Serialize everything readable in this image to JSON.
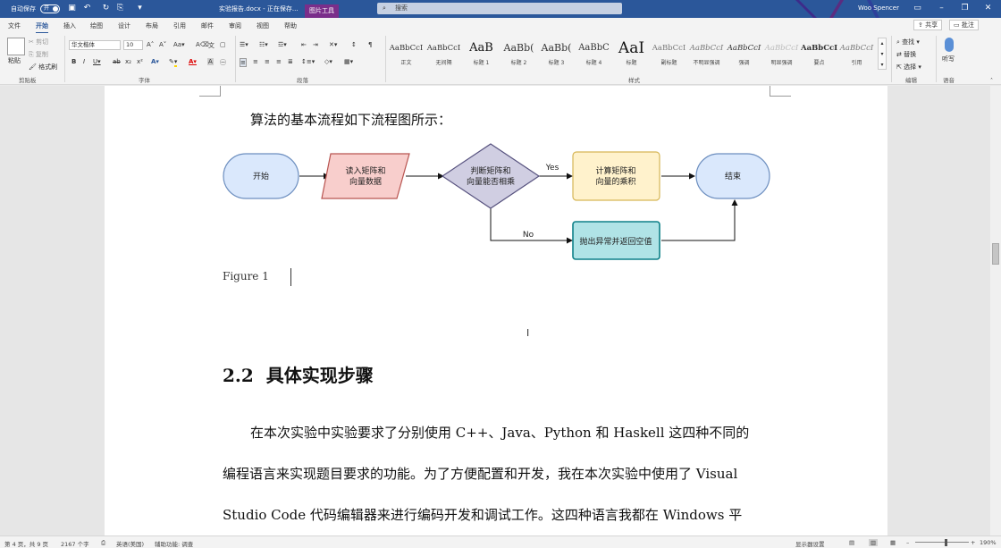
{
  "titlebar": {
    "autosave_label": "自动保存",
    "autosave_state": "开",
    "doc_title": "实验报告.docx - 正在保存...",
    "context_tab": "图片工具",
    "search_placeholder": "搜索",
    "user_name": "Woo Spencer"
  },
  "menu": {
    "items": [
      "文件",
      "开始",
      "插入",
      "绘图",
      "设计",
      "布局",
      "引用",
      "邮件",
      "审阅",
      "视图",
      "帮助"
    ],
    "active_index": 1,
    "share_label": "共享",
    "comment_label": "批注"
  },
  "ribbon": {
    "clipboard": {
      "paste": "粘贴",
      "cut": "剪切",
      "copy": "复制",
      "format_painter": "格式刷",
      "group": "剪贴板"
    },
    "font": {
      "name": "华文楷体",
      "size": "10",
      "group": "字体"
    },
    "paragraph": {
      "group": "段落"
    },
    "styles": {
      "group": "样式",
      "items": [
        {
          "preview": "AaBbCcI",
          "name": "正文"
        },
        {
          "preview": "AaBbCcI",
          "name": "无间隔"
        },
        {
          "preview": "AaB",
          "name": "标题 1"
        },
        {
          "preview": "AaBb(",
          "name": "标题 2"
        },
        {
          "preview": "AaBb(",
          "name": "标题 3"
        },
        {
          "preview": "AaBbC",
          "name": "标题 4"
        },
        {
          "preview": "AaI",
          "name": "标题"
        },
        {
          "preview": "AaBbCcI",
          "name": "副标题"
        },
        {
          "preview": "AaBbCcI",
          "name": "不明显强调"
        },
        {
          "preview": "AaBbCcI",
          "name": "强调"
        },
        {
          "preview": "AaBbCcI",
          "name": "明显强调"
        },
        {
          "preview": "AaBbCcI",
          "name": "要点"
        },
        {
          "preview": "AaBbCcI",
          "name": "引用"
        }
      ]
    },
    "editing": {
      "find": "查找",
      "replace": "替换",
      "select": "选择",
      "group": "编辑"
    },
    "voice": {
      "dictate": "听写",
      "group": "语音"
    }
  },
  "document": {
    "intro": "算法的基本流程如下流程图所示：",
    "flowchart": {
      "start": "开始",
      "input_l1": "读入矩阵和",
      "input_l2": "向量数据",
      "decision_l1": "判断矩阵和",
      "decision_l2": "向量能否相乘",
      "yes": "Yes",
      "no": "No",
      "compute_l1": "计算矩阵和",
      "compute_l2": "向量的乘积",
      "error": "抛出异常并返回空值",
      "end": "结束"
    },
    "caption": "Figure 1",
    "heading_num": "2.2",
    "heading_text": "具体实现步骤",
    "body_lines": [
      "在本次实验中实验要求了分别使用 C++、Java、Python 和 Haskell 这四种不同的",
      "编程语言来实现题目要求的功能。为了方便配置和开发，我在本次实验中使用了 Visual",
      "Studio Code 代码编辑器来进行编码开发和调试工作。这四种语言我都在 Windows 平"
    ]
  },
  "statusbar": {
    "page": "第 4 页，共 9 页",
    "words": "2167 个字",
    "language": "英语(美国)",
    "accessibility": "辅助功能: 调查",
    "display_settings": "显示器设置",
    "zoom": "190%"
  },
  "colors": {
    "word_blue": "#2b579a",
    "start_fill": "#dae8fc",
    "input_fill": "#f8cecc",
    "decision_fill": "#d0cee2",
    "compute_fill": "#fff2cc",
    "error_fill": "#b0e3e6"
  }
}
